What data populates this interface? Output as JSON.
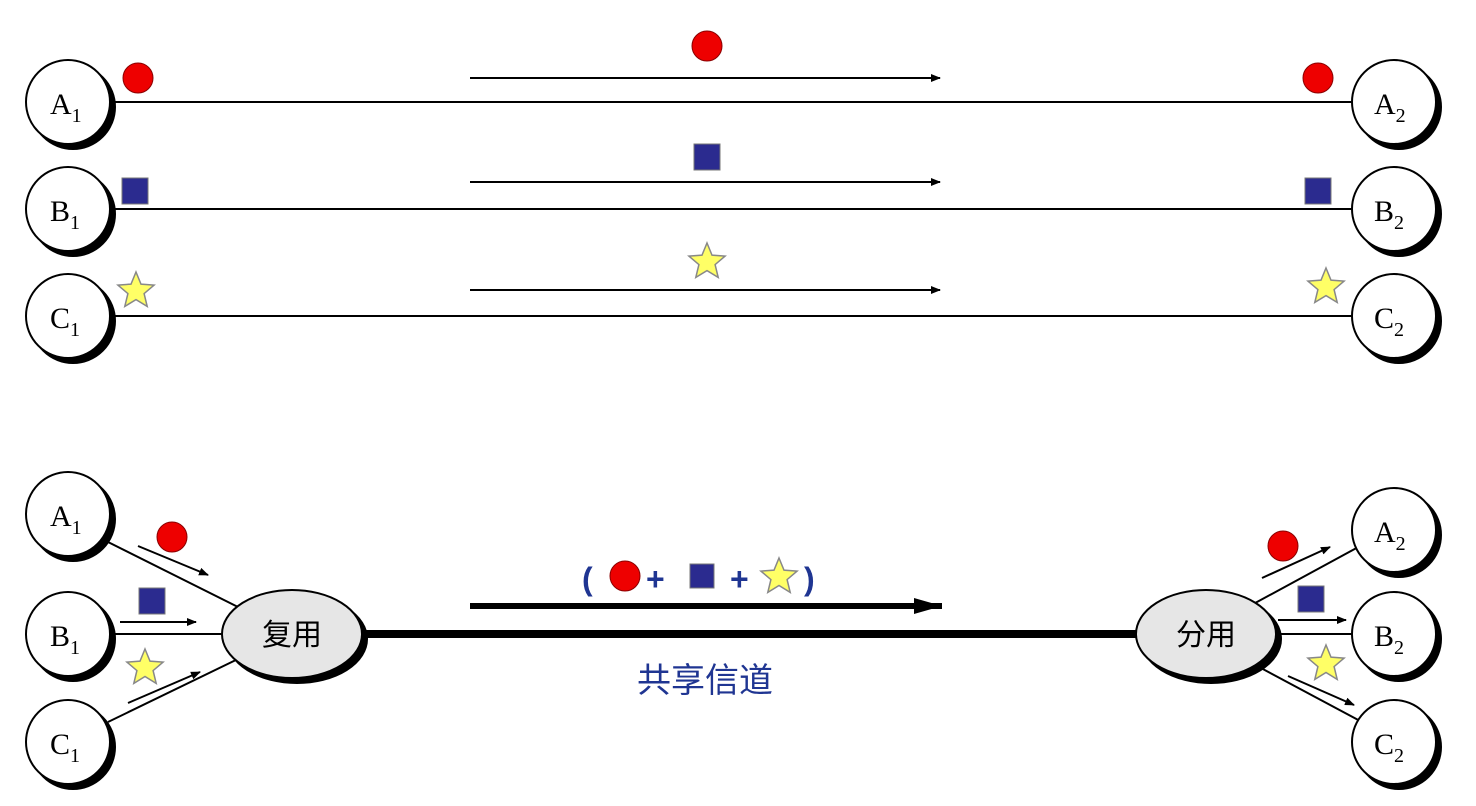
{
  "colors": {
    "circle_symbol": "#ee0000",
    "square_symbol": "#2b2b8f",
    "star_symbol": "#ffff66",
    "label_blue": "#1f3592",
    "hub_fill": "#e6e6e6"
  },
  "icons": [
    "red-circle-icon",
    "blue-square-icon",
    "yellow-star-icon"
  ],
  "top": {
    "pairs": [
      {
        "left": {
          "letter": "A",
          "sub": "1"
        },
        "right": {
          "letter": "A",
          "sub": "2"
        },
        "symbol": "red-circle-icon"
      },
      {
        "left": {
          "letter": "B",
          "sub": "1"
        },
        "right": {
          "letter": "B",
          "sub": "2"
        },
        "symbol": "blue-square-icon"
      },
      {
        "left": {
          "letter": "C",
          "sub": "1"
        },
        "right": {
          "letter": "C",
          "sub": "2"
        },
        "symbol": "yellow-star-icon"
      }
    ]
  },
  "bottom": {
    "left_nodes": [
      {
        "letter": "A",
        "sub": "1"
      },
      {
        "letter": "B",
        "sub": "1"
      },
      {
        "letter": "C",
        "sub": "1"
      }
    ],
    "right_nodes": [
      {
        "letter": "A",
        "sub": "2"
      },
      {
        "letter": "B",
        "sub": "2"
      },
      {
        "letter": "C",
        "sub": "2"
      }
    ],
    "mux_label": "复用",
    "demux_label": "分用",
    "channel_label": "共享信道",
    "combined": {
      "open_paren": "(",
      "plus1": "+",
      "plus2": "+",
      "close_paren": ")"
    }
  }
}
